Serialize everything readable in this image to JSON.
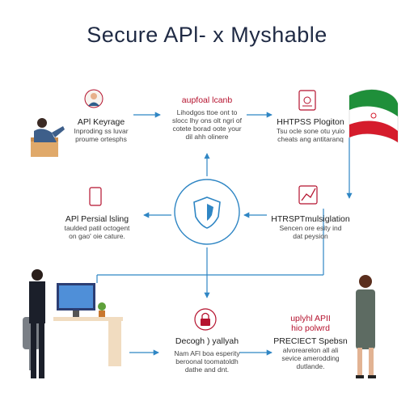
{
  "title": "Secure APl- x Myshable",
  "nodes": {
    "top_left": {
      "heading": "APl Keyrage",
      "lines": [
        "Inproding ss luvar",
        "proume ortesphs"
      ]
    },
    "top_center": {
      "heading": "aupfoal lcanb",
      "lines": [
        "Lihodgos ttoe ont to",
        "slocc lhy ons olt ngri of",
        "cotete borad oote your",
        "dil ahh olinere"
      ]
    },
    "top_right": {
      "heading": "HHTPSS Plogiton",
      "lines": [
        "Tsu ocle sone otu yuio",
        "cheats ang antitaranq"
      ]
    },
    "mid_left": {
      "heading": "APl Persial lsling",
      "lines": [
        "taulded patil octogent",
        "on gao' oie cature."
      ]
    },
    "mid_right": {
      "heading": "HTRSPTmulsiglation",
      "lines": [
        "Sencen ore esity ind",
        "dat peysion"
      ]
    },
    "bot_center": {
      "heading": "Decogh ) yallyah",
      "lines": [
        "Nam AFl boa esperity",
        "beroonal toomatoldh",
        "dathe and dnt."
      ]
    },
    "bot_right": {
      "heading": "PRECIECT Spebsn",
      "lines": [
        "alvorearelon all ali",
        "sevice amerodding",
        "dutlande."
      ],
      "tag_lines": [
        "uplyhl APII",
        "hio polwrd"
      ]
    }
  },
  "icons": [
    "shield-icon",
    "user-avatar-icon",
    "document-icon",
    "chart-icon",
    "phone-icon",
    "lock-icon",
    "flag-icon",
    "person-box-illustration",
    "man-computer-illustration",
    "woman-phone-illustration",
    "plant-icon"
  ],
  "colors": {
    "accent": "#2f86c4",
    "title": "#1f2a44",
    "red": "#b5122e",
    "flag_green": "#1f8f3a",
    "flag_red": "#d51c2c"
  }
}
